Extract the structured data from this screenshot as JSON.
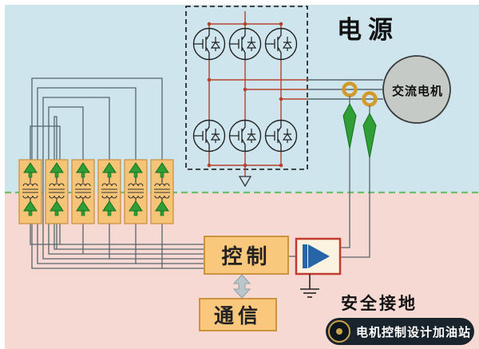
{
  "labels": {
    "power": "电源",
    "motor": "交流电机",
    "control": "控制",
    "communication": "通信",
    "safety_ground": "安全接地",
    "watermark": "电机控制设计加油站"
  },
  "colors": {
    "bg_top": "#cfe5ee",
    "bg_bottom": "#f7d9d3",
    "isolation_barrier_line": "#6cc06c",
    "module_fill": "#f9c87c",
    "module_border": "#cd9340",
    "power_wire_red": "#b5432c",
    "signal_wire_gray": "#56666c",
    "arrow_green": "#2e9e35",
    "sensor_ring_orange": "#d29a2b",
    "isolator_border_red": "#c23b2e",
    "isolator_symbol_blue": "#2565a8",
    "watermark_bg": "#1a242c",
    "watermark_gold": "#c9a24b"
  },
  "components": {
    "inverter_igbt_count": 6,
    "gate_driver_count": 6,
    "current_sensor_count": 2
  }
}
